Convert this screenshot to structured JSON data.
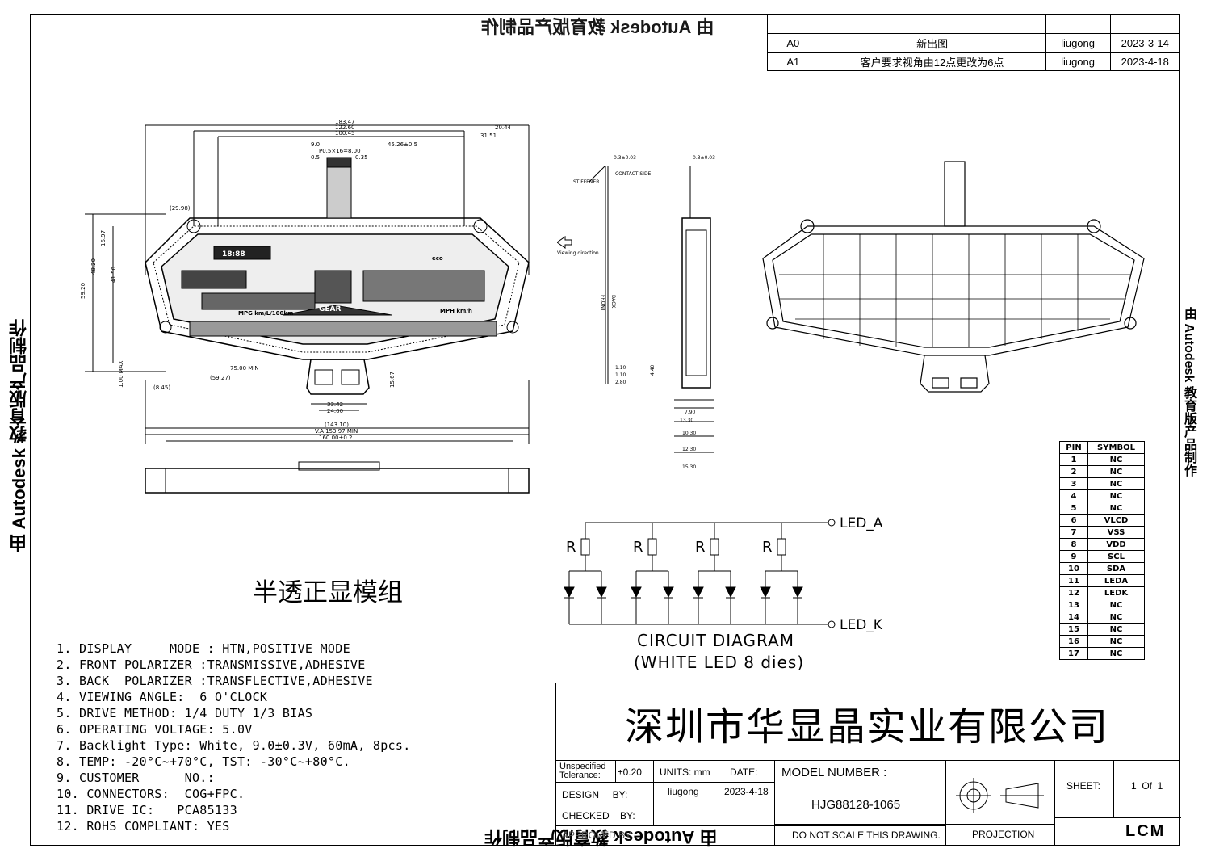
{
  "watermarks": {
    "left": "由 Autodesk 教育版产品制作",
    "top": "由 Autodesk 教育版产品制作",
    "bottom": "由 Autodesk 教育版产品制作",
    "right": "由 Autodesk 教育版产品制作"
  },
  "revisions": [
    {
      "rev": "A0",
      "description": "新出图",
      "drawn": "liugong",
      "date": "2023-3-14"
    },
    {
      "rev": "A1",
      "description": "客户要求视角由12点更改为6点",
      "drawn": "liugong",
      "date": "2023-4-18"
    }
  ],
  "pin_table": {
    "headers": [
      "PIN",
      "SYMBOL"
    ],
    "rows": [
      [
        "1",
        "NC"
      ],
      [
        "2",
        "NC"
      ],
      [
        "3",
        "NC"
      ],
      [
        "4",
        "NC"
      ],
      [
        "5",
        "NC"
      ],
      [
        "6",
        "VLCD"
      ],
      [
        "7",
        "VSS"
      ],
      [
        "8",
        "VDD"
      ],
      [
        "9",
        "SCL"
      ],
      [
        "10",
        "SDA"
      ],
      [
        "11",
        "LEDA"
      ],
      [
        "12",
        "LEDK"
      ],
      [
        "13",
        "NC"
      ],
      [
        "14",
        "NC"
      ],
      [
        "15",
        "NC"
      ],
      [
        "16",
        "NC"
      ],
      [
        "17",
        "NC"
      ]
    ]
  },
  "module_title": "半透正显模组",
  "notes": [
    "1. DISPLAY     MODE : HTN,POSITIVE MODE",
    "2. FRONT POLARIZER :TRANSMISSIVE,ADHESIVE",
    "3. BACK  POLARIZER :TRANSFLECTIVE,ADHESIVE",
    "4. VIEWING ANGLE:  6 O'CLOCK",
    "5. DRIVE METHOD: 1/4 DUTY 1/3 BIAS",
    "6. OPERATING VOLTAGE: 5.0V",
    "7. Backlight Type: White, 9.0±0.3V, 60mA, 8pcs.",
    "8. TEMP: -20°C~+70°C, TST: -30°C~+80°C.",
    "9. CUSTOMER      NO.:",
    "10. CONNECTORS:  COG+FPC.",
    "11. DRIVE IC:   PCA85133",
    "12. ROHS COMPLIANT: YES"
  ],
  "circuit": {
    "title": "CIRCUIT  DIAGRAM",
    "subtitle": "(WHITE  LED  8  dies)",
    "led_a": "LED_A",
    "led_k": "LED_K",
    "resistor": "R"
  },
  "company": "深圳市华显晶实业有限公司",
  "title_block": {
    "tolerance_label": "Unspecified Tolerance:",
    "tolerance": "±0.20",
    "units": "UNITS: mm",
    "date_label": "DATE:",
    "design_label": "DESIGN     BY:",
    "designer": "liugong",
    "date": "2023-4-18",
    "checked_label": "CHECKED    BY:",
    "approved_label": "APPROVED BY:",
    "model_label": "MODEL NUMBER :",
    "model": "HJG88128-1065",
    "no_scale": "DO NOT SCALE THIS DRAWING.",
    "projection": "PROJECTION",
    "sheet_label": "SHEET:",
    "sheet": "1  Of  1",
    "logo": "LCM"
  },
  "dimensions": {
    "top": [
      "183.47",
      "122.60",
      "100.45",
      "45.26±0.5",
      "20.44",
      "31.51",
      "9.0",
      "P0.5×16=8.00",
      "0.5",
      "0.35"
    ],
    "bottom": [
      "33.42",
      "24.00",
      "(143.10)",
      "V.A 153.97 MIN",
      "160.00±0.2",
      "75.00 MIN",
      "(59.27)",
      "(8.45)",
      "(29.98)"
    ],
    "left": [
      "59.20",
      "48.20",
      "41.50",
      "16.97",
      "1.00 MAX"
    ],
    "side": [
      "0.3±0.03",
      "4.40",
      "7.90",
      "13.30",
      "10.30",
      "12.30",
      "15.30",
      "1.10",
      "1.10",
      "2.80",
      "15.67"
    ],
    "side_labels": [
      "STIFFENER",
      "CONTACT SIDE",
      "FRONT",
      "BACK",
      "Viewing direction"
    ]
  },
  "lcd_labels": {
    "clock": "18:88",
    "eco": "eco",
    "gear": "GEAR",
    "mpg": "MPG km/L/100km",
    "mph": "MPH km/h"
  }
}
